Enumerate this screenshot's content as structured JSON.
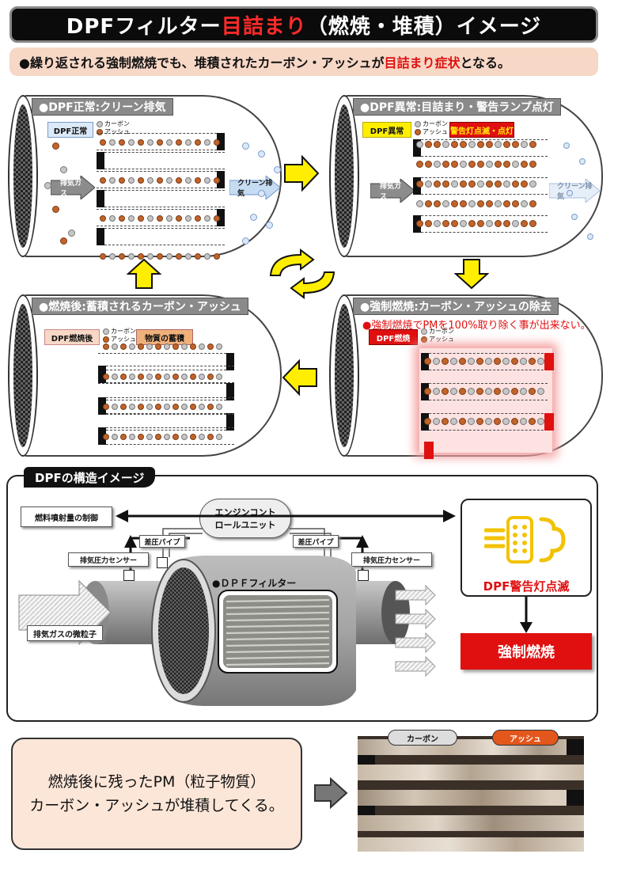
{
  "title": {
    "prefix": "DPFフィルター",
    "highlight": "目詰まり",
    "suffix": "（燃焼・堆積）イメージ"
  },
  "subtitle": {
    "prefix": "●繰り返される強制燃焼でも、堆積されたカーボン・アッシュが",
    "highlight": "目詰まり症状",
    "suffix": "となる。"
  },
  "panels": {
    "normal": {
      "header": "●DPF正常:クリーン排気",
      "tag": "DPF正常",
      "legend_carbon": "カーボン",
      "legend_ash": "アッシュ",
      "in_label": "排気ガス",
      "out_label": "クリーン排気"
    },
    "abnormal": {
      "header": "●DPF異常:目詰まり・警告ランプ点灯",
      "tag": "DPF異常",
      "legend_carbon": "カーボン",
      "legend_ash": "アッシュ",
      "warn_tag": "警告灯点滅・点灯",
      "in_label": "排気ガス",
      "out_label": "クリーン排気"
    },
    "forced": {
      "header": "●強制燃焼:カーボン・アッシュの除去",
      "note": "●強制燃焼でPMを100%取り除く事が出来ない。",
      "tag": "DPF燃焼",
      "legend_carbon": "カーボン",
      "legend_ash": "アッシュ"
    },
    "after": {
      "header": "●燃焼後:蓄積されるカーボン・アッシュ",
      "tag": "DPF燃焼後",
      "legend_carbon": "カーボン",
      "legend_ash": "アッシュ",
      "accum_tag": "物質の蓄積"
    }
  },
  "structure": {
    "section_title": "DPFの構造イメージ",
    "fuel_control": "燃料噴射量の制御",
    "ecu_line1": "エンジンコント",
    "ecu_line2": "ロールユニット",
    "diff_pipe_left": "差圧パイプ",
    "diff_pipe_right": "差圧パイプ",
    "sensor_left": "排気圧力センサー",
    "sensor_right": "排気圧力センサー",
    "particles": "排気ガスの微粒子",
    "filter_label": "●ＤＰＦフィルター",
    "warning_lamp": "DPF警告灯点滅",
    "forced_burn": "強制燃焼"
  },
  "bottom": {
    "line1": "燃焼後に残ったPM（粒子物質）",
    "line2": "カーボン・アッシュが堆積してくる。",
    "carbon_label": "カーボン",
    "ash_label": "アッシュ"
  },
  "colors": {
    "accent_red": "#e01010",
    "warning_yellow": "#ffee00",
    "carbon": "#c6c6c6",
    "ash": "#c2642a"
  }
}
